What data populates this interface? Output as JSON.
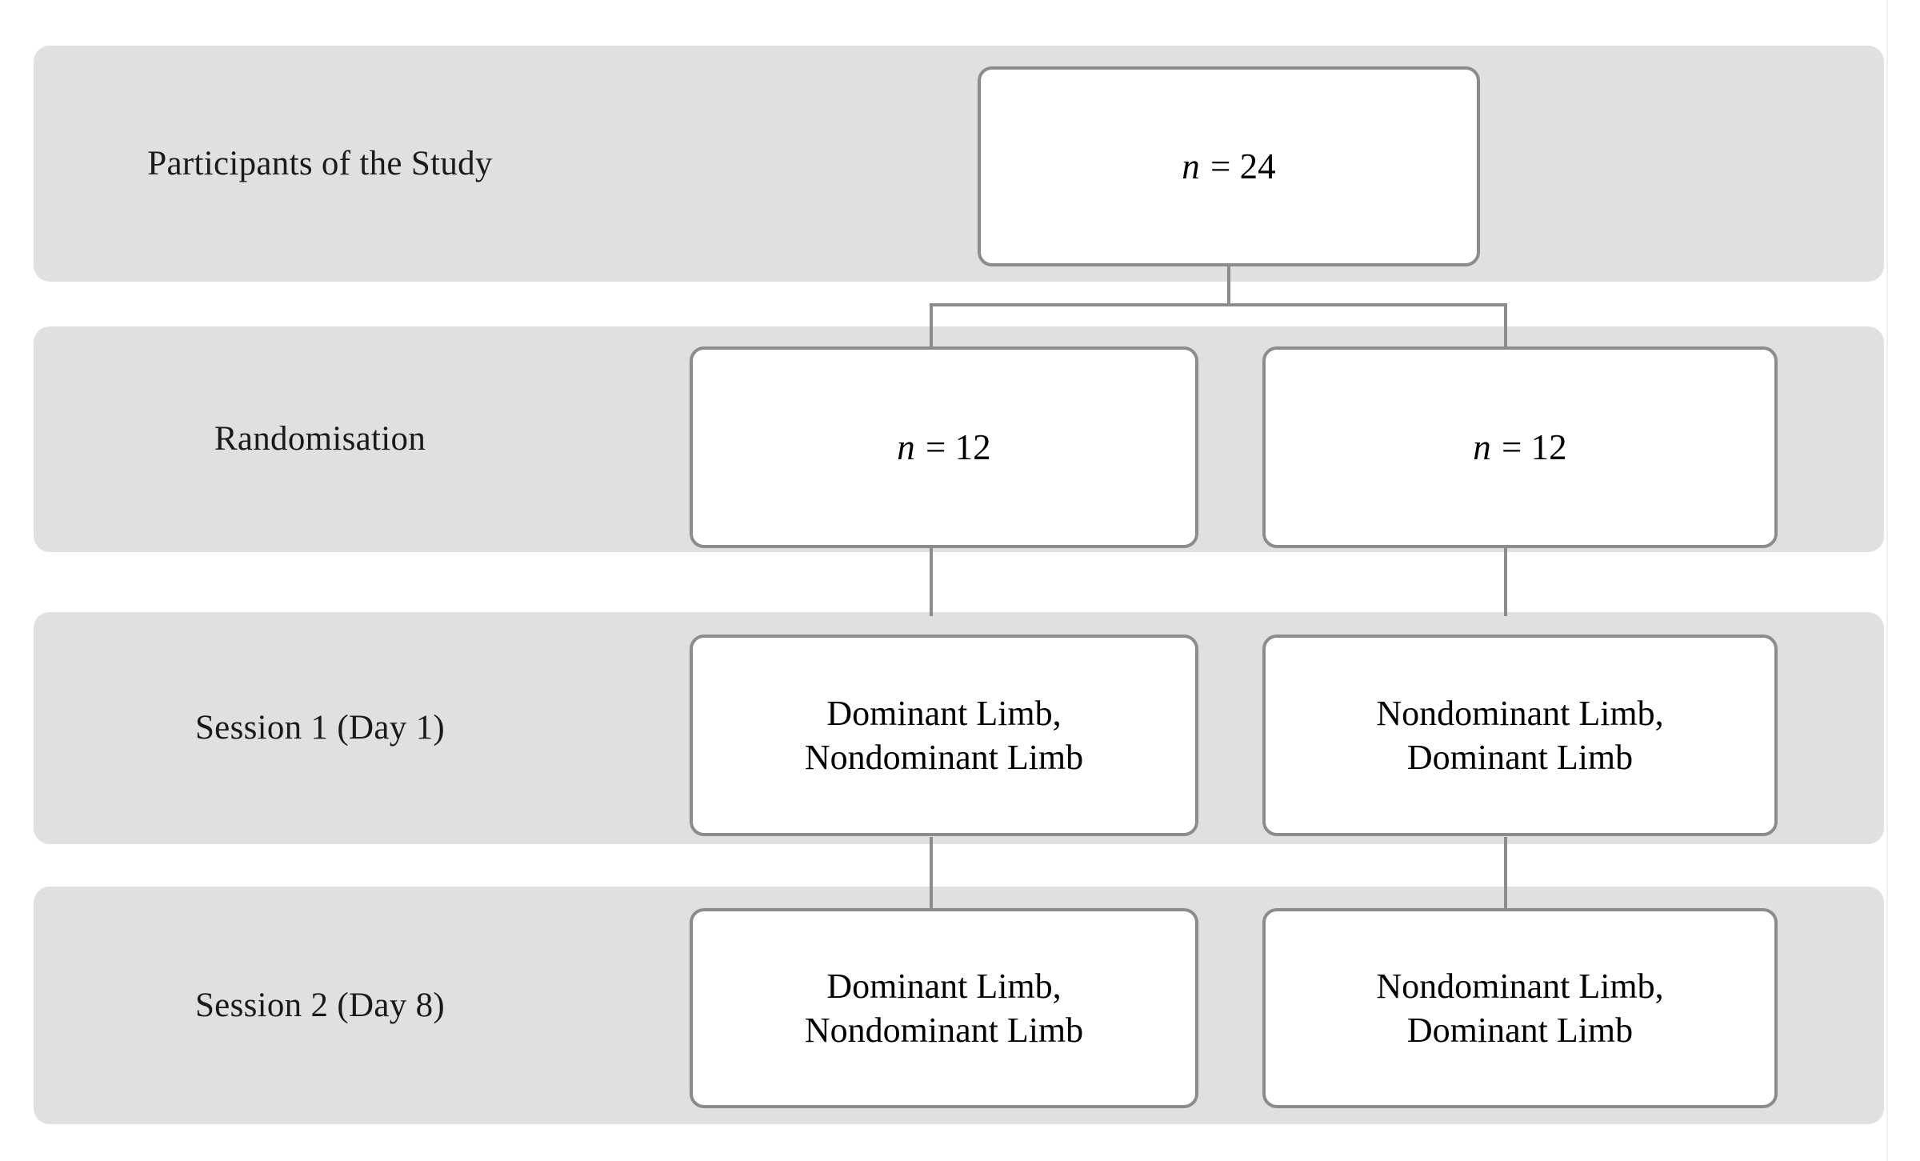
{
  "figure": {
    "type": "flowchart",
    "title": "Study design flow diagram",
    "colors": {
      "band_background": "#e0e0e0",
      "node_background": "#ffffff",
      "node_border": "#8c8c8c",
      "connector": "#8c8c8c",
      "text": "#000000",
      "page_background": "#ffffff"
    }
  },
  "rows": [
    {
      "label": "Participants of the Study"
    },
    {
      "label": "Randomisation"
    },
    {
      "label": "Session 1 (Day 1)"
    },
    {
      "label": "Session 2 (Day 8)"
    }
  ],
  "nodes": {
    "total": {
      "var": "n",
      "eq": " = 24",
      "full": "n = 24"
    },
    "group_left_n": {
      "var": "n",
      "eq": " = 12",
      "full": "n = 12"
    },
    "group_right_n": {
      "var": "n",
      "eq": " = 12",
      "full": "n = 12"
    },
    "s1_left_line1": "Dominant Limb,",
    "s1_left_line2": "Nondominant Limb",
    "s1_right_line1": "Nondominant Limb,",
    "s1_right_line2": "Dominant Limb",
    "s2_left_line1": "Dominant Limb,",
    "s2_left_line2": "Nondominant Limb",
    "s2_right_line1": "Nondominant Limb,",
    "s2_right_line2": "Dominant Limb"
  }
}
